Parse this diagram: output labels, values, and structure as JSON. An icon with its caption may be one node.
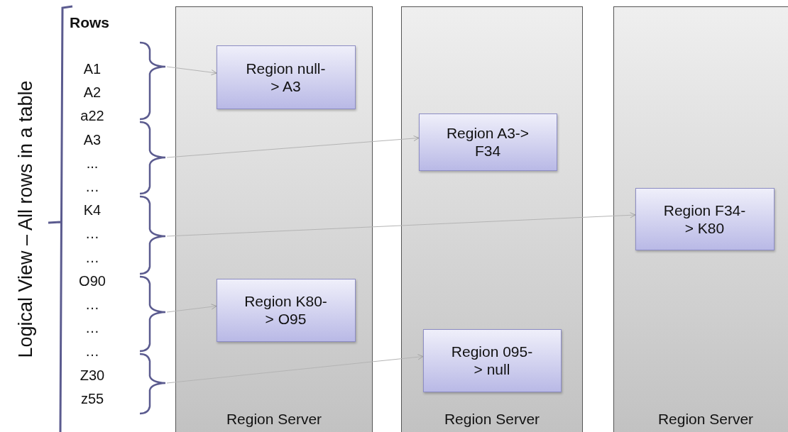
{
  "diagram": {
    "nodes": [
      {
        "text": [],
        "shape": "brace"
      },
      {
        "text": [],
        "shape": "brace"
      },
      {
        "text": [],
        "shape": "brace"
      },
      {
        "text": [],
        "shape": "brace"
      },
      {
        "text": [],
        "shape": "brace"
      },
      {
        "text": [
          "Region Server"
        ]
      },
      {
        "text": [
          "Region null-> A3"
        ],
        "in": 5
      },
      {
        "text": [
          "Region K80-> O95"
        ],
        "in": 5
      },
      {
        "text": [
          "Region Server"
        ]
      },
      {
        "text": [
          "Region A3-> F34"
        ],
        "in": 8
      },
      {
        "text": [
          "Region 095-> null"
        ],
        "in": 8
      },
      {
        "text": [
          "Region Server"
        ]
      },
      {
        "text": [
          "Region F34-> K80"
        ],
        "in": 11
      }
    ],
    "edges": [
      {
        "from": 0,
        "to": 6,
        "arrow": "to"
      },
      {
        "from": 1,
        "to": 9,
        "arrow": "to"
      },
      {
        "from": 2,
        "to": 12,
        "arrow": "to"
      },
      {
        "from": 3,
        "to": 7,
        "arrow": "to"
      },
      {
        "from": 4,
        "to": 10,
        "arrow": "to"
      }
    ],
    "labels": [
      "Logical View – All rows in a table",
      "Rows",
      "A1",
      "A2",
      "a22",
      "A3",
      "...",
      "…",
      "K4",
      "…",
      "…",
      "O90",
      "…",
      "…",
      "…",
      "Z30",
      "z55"
    ]
  }
}
